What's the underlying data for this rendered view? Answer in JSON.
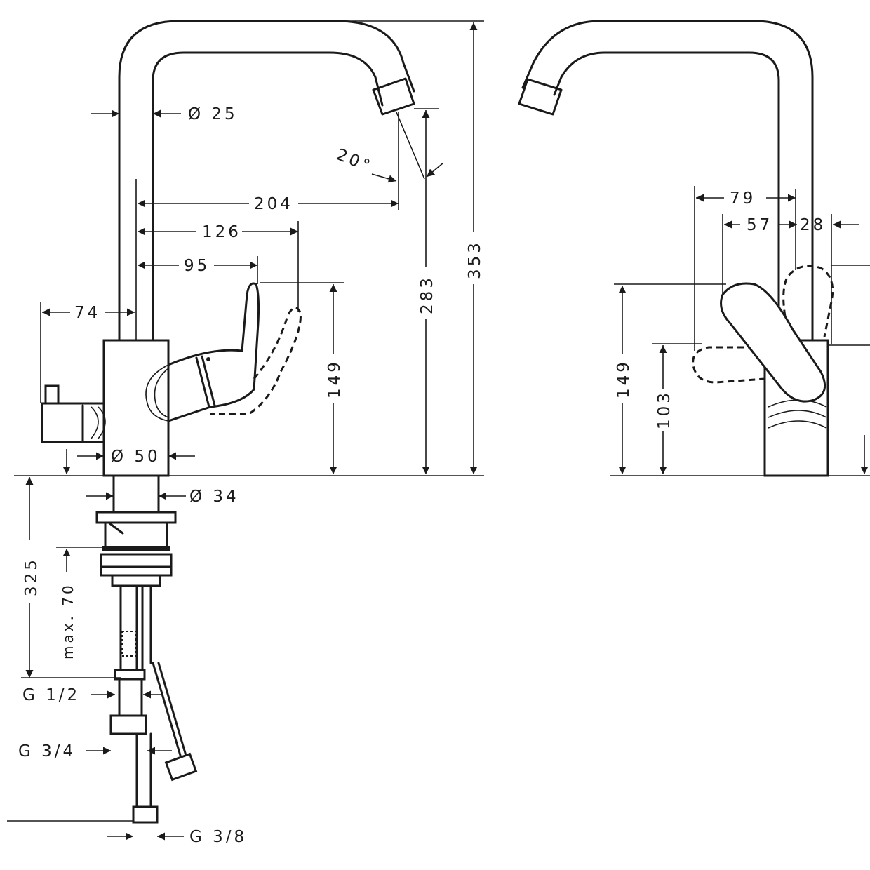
{
  "diagram": {
    "front_view": {
      "dimensions": {
        "d25": "Ø 25",
        "angle": "20°",
        "w204": "204",
        "w126": "126",
        "w95": "95",
        "w74": "74",
        "h149": "149",
        "h283": "283",
        "h353": "353",
        "d50": "Ø 50",
        "d34": "Ø 34",
        "h325": "325",
        "max70": "max. 70",
        "g12": "G 1/2",
        "g34": "G 3/4",
        "g38": "G 3/8"
      }
    },
    "side_view": {
      "dimensions": {
        "w79": "79",
        "w57": "57",
        "w28": "28",
        "h149": "149",
        "h103": "103"
      }
    }
  }
}
